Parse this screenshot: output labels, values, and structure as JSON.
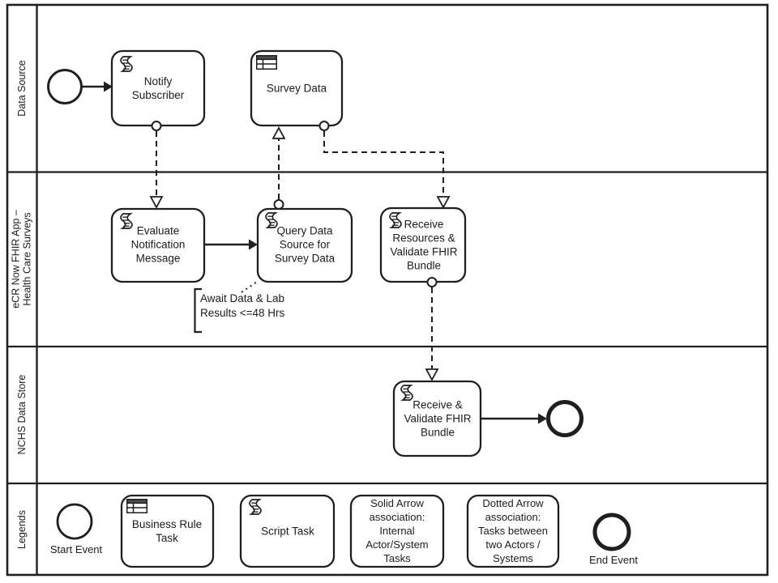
{
  "pool": {
    "lanes": [
      {
        "id": "data-source",
        "label": "Data Source"
      },
      {
        "id": "ecr-now-fhir-app",
        "label": "eCR Now FHIR App –\nHealth Care Surveys"
      },
      {
        "id": "nchs-data-store",
        "label": "NCHS Data Store"
      },
      {
        "id": "legends",
        "label": "Legends"
      }
    ]
  },
  "nodes": {
    "notify_subscriber": {
      "label": "Notify\nSubscriber",
      "type": "script-task"
    },
    "survey_data": {
      "label": "Survey Data",
      "type": "business-rule-task"
    },
    "evaluate_notification": {
      "label": "Evaluate\nNotification\nMessage",
      "type": "script-task"
    },
    "query_data_source": {
      "label": "Query Data\nSource for\nSurvey Data",
      "type": "script-task"
    },
    "receive_resources": {
      "label": "Receive\nResources &\nValidate FHIR\nBundle",
      "type": "script-task"
    },
    "receive_validate": {
      "label": "Receive &\nValidate FHIR\nBundle",
      "type": "script-task"
    }
  },
  "annotation": {
    "text": "Await Data & Lab\nResults <=48 Hrs"
  },
  "legend": {
    "start_event_label": "Start Event",
    "business_rule_label": "Business Rule\nTask",
    "script_task_label": "Script Task",
    "solid_arrow_label": "Solid Arrow\nassociation:\nInternal\nActor/System\nTasks",
    "dotted_arrow_label": "Dotted Arrow\nassociation:\nTasks between\ntwo Actors /\nSystems",
    "end_event_label": "End Event"
  },
  "colors": {
    "stroke": "#1f1f1f",
    "background": "#ffffff",
    "icon_header_fill": "#4d4d4d"
  }
}
